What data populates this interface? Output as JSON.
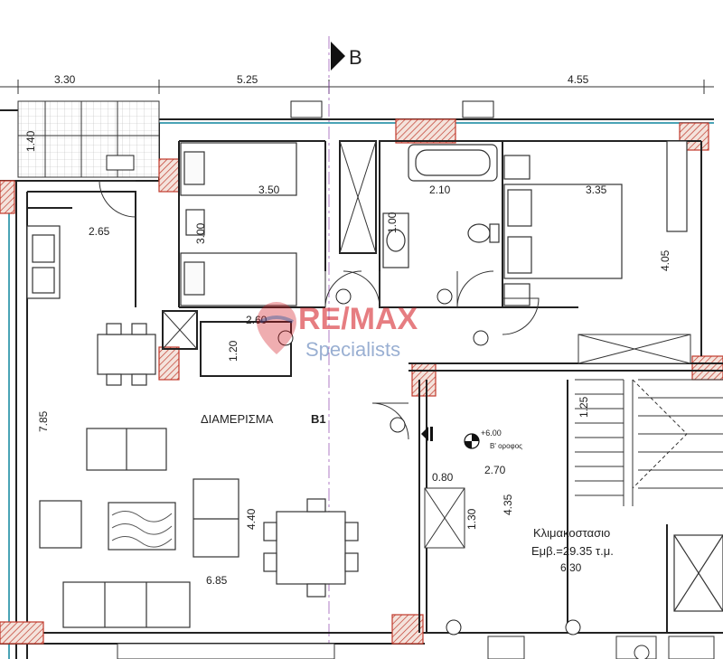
{
  "section_marker": "B",
  "top_dimensions": [
    "3.30",
    "5.25",
    "4.55"
  ],
  "room_dimensions": {
    "d_140": "1.40",
    "d_350": "3.50",
    "d_210": "2.10",
    "d_335": "3.35",
    "d_265": "2.65",
    "d_300": "3.00",
    "d_100": "1.00",
    "d_405": "4.05",
    "d_260": "2.60",
    "d_120": "1.20",
    "d_785": "7.85",
    "d_125": "1.25",
    "d_080": "0.80",
    "d_270": "2.70",
    "d_130": "1.30",
    "d_435": "4.35",
    "d_440": "4.40",
    "d_685": "6.85",
    "d_630": "6.30"
  },
  "apartment_label": "ΔΙΑΜΕΡΙΣΜΑ",
  "apartment_code": "B1",
  "level_mark": "+6.00",
  "floor_label": "Β' οροφος",
  "stair_label": "Κλιμακοστασιο",
  "stair_area": "Εμβ.=29.35 τ.μ.",
  "watermark": {
    "brand": "RE/MAX",
    "office": "Specialists"
  },
  "colors": {
    "wall_hatch": "#c0392b",
    "glass": "#4aa3b5",
    "section_line": "#8e44ad",
    "ink": "#222222"
  }
}
